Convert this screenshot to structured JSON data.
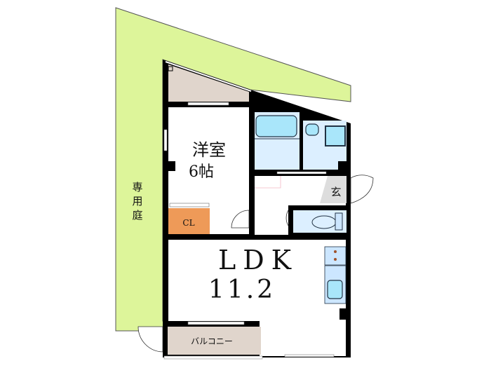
{
  "floor_plan": {
    "rooms": {
      "western_room": {
        "name": "洋室",
        "size": "6帖"
      },
      "closet": {
        "label": "CL"
      },
      "ldk": {
        "name": "LDK",
        "size": "11.2"
      },
      "entrance": {
        "label": "玄"
      },
      "balcony": {
        "label": "バルコニー"
      },
      "private_garden": {
        "label_chars": [
          "専",
          "用",
          "庭"
        ]
      }
    },
    "colors": {
      "garden": "#ddf59a",
      "balcony": "#e0d5cc",
      "closet": "#ee9a58",
      "wet_area": "#dcefff",
      "fixture": "#a9e6fa",
      "entrance": "#dddddd",
      "wall": "#000000"
    }
  }
}
